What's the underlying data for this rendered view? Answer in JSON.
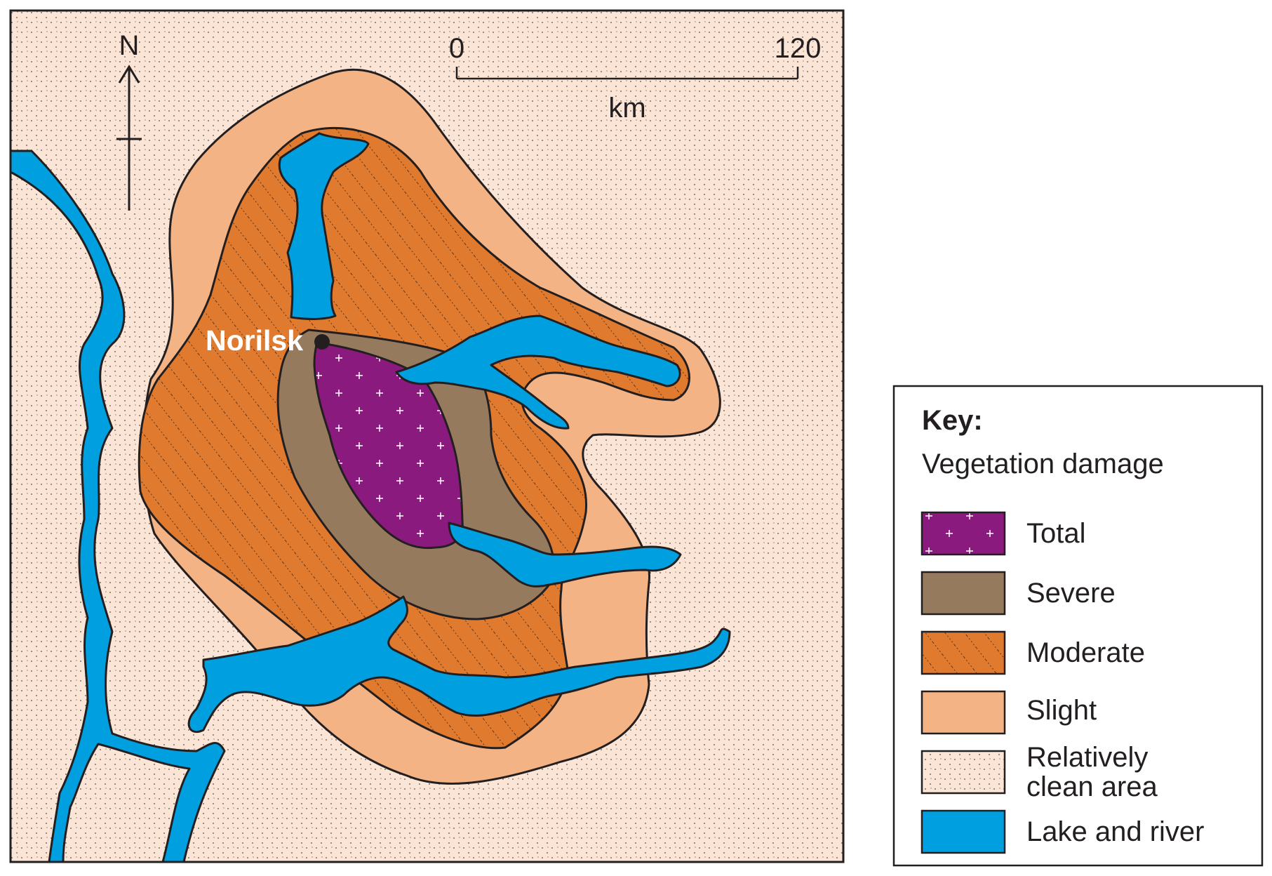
{
  "map": {
    "north_label": "N",
    "town_label": "Norilsk",
    "scale": {
      "start": "0",
      "end": "120",
      "unit": "km"
    }
  },
  "key": {
    "title": "Key:",
    "subtitle": "Vegetation damage",
    "items": [
      {
        "label": "Total",
        "color": "#8b1a7f",
        "pattern": "plus"
      },
      {
        "label": "Severe",
        "color": "#967a5e",
        "pattern": "none"
      },
      {
        "label": "Moderate",
        "color": "#e07a2f",
        "pattern": "dotted-diagonal"
      },
      {
        "label": "Slight",
        "color": "#f3b385",
        "pattern": "none"
      },
      {
        "label": "Relatively",
        "label2": "clean area",
        "color": "#fbe5d6",
        "pattern": "dots"
      },
      {
        "label": "Lake and river",
        "color": "#00a0e0",
        "pattern": "none"
      }
    ]
  },
  "colors": {
    "outline": "#231f20",
    "total": "#8b1a7f",
    "severe": "#967a5e",
    "moderate": "#e07a2f",
    "slight": "#f3b385",
    "clean": "#fbe5d6",
    "water": "#00a0e0"
  }
}
